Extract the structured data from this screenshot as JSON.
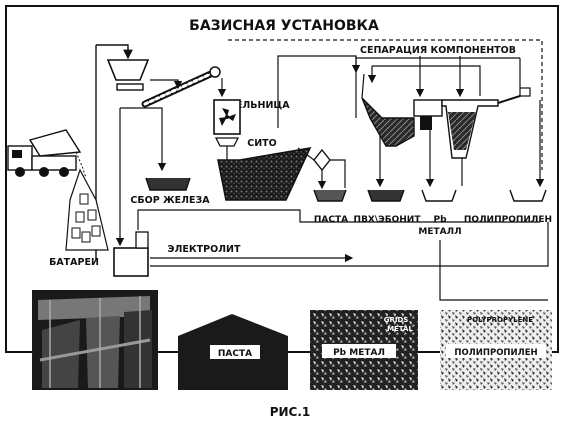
{
  "diagram": {
    "title": "БАЗИСНАЯ УСТАНОВКА",
    "separation": "СЕПАРАЦИЯ КОМПОНЕНТОВ",
    "mill": "МЕЛЬНИЦА",
    "sieve": "СИТО",
    "iron_collection": "СБОР ЖЕЛЕЗА",
    "paste": "ПАСТА",
    "pvc_ebonite": "ПВХ\\ЭБОНИТ",
    "pb_metal_line1": "Pb",
    "pb_metal_line2": "МЕТАЛЛ",
    "polypropylene": "ПОЛИПРОПИЛЕН",
    "electrolyte": "ЭЛЕКТРОЛИТ",
    "batteries": "БАТАРЕИ"
  },
  "photos": {
    "paste": "ПАСТА",
    "pb_metal": "Pb МЕТАЛ",
    "grids": "GRIDS",
    "metal": "METAL",
    "polypropylene_top": "POLYPROPYLENE",
    "polypropylene": "ПОЛИПРОПИЛЕН"
  },
  "caption": "РИС.1"
}
